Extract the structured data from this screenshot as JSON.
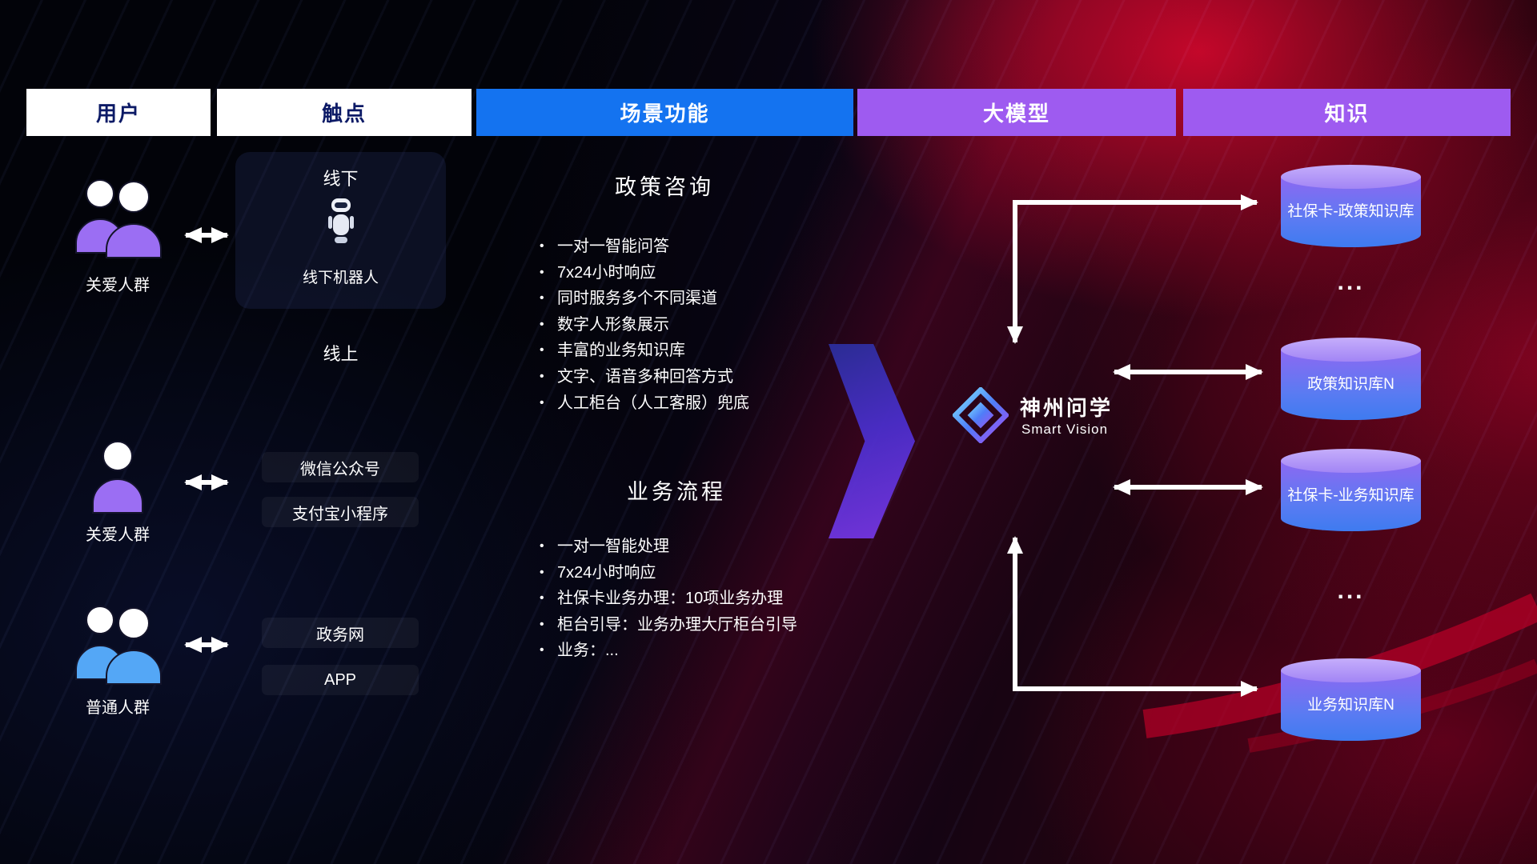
{
  "headers": {
    "user": "用户",
    "touchpoint": "触点",
    "scenario": "场景功能",
    "model": "大模型",
    "knowledge": "知识"
  },
  "users": {
    "group1_label": "关爱人群",
    "group2_label": "关爱人群",
    "group3_label": "普通人群"
  },
  "touchpoints": {
    "offline_title": "线下",
    "offline_robot": "线下机器人",
    "online_title": "线上",
    "wechat": "微信公众号",
    "alipay": "支付宝小程序",
    "gov": "政务网",
    "app": "APP"
  },
  "scenario": {
    "section1": {
      "title": "政策咨询",
      "bullets": [
        "一对一智能问答",
        "7x24小时响应",
        "同时服务多个不同渠道",
        "数字人形象展示",
        "丰富的业务知识库",
        "文字、语音多种回答方式",
        "人工柜台（人工客服）兜底"
      ]
    },
    "section2": {
      "title": "业务流程",
      "bullets": [
        "一对一智能处理",
        "7x24小时响应",
        "社保卡业务办理：10项业务办理",
        "柜台引导：业务办理大厅柜台引导",
        "业务：..."
      ]
    }
  },
  "model": {
    "name": "神州问学",
    "subtitle": "Smart Vision"
  },
  "knowledge": {
    "db1": "社保卡-政策知识库",
    "ellipsis1": "...",
    "db2": "政策知识库N",
    "db3": "社保卡-业务知识库",
    "ellipsis2": "...",
    "db4": "业务知识库N"
  },
  "colors": {
    "header_blue": "#1473f0",
    "header_purple": "#9e5bf0",
    "arrow_white": "#ffffff",
    "flow_arrow_purple": "#7b38ea",
    "cylinder_top": "#b79ef9",
    "cylinder_body_blue": "#3e7bf0",
    "red_glow": "#c8002e",
    "people_purple": "#9b6ef3",
    "people_blue": "#54a7f6"
  }
}
